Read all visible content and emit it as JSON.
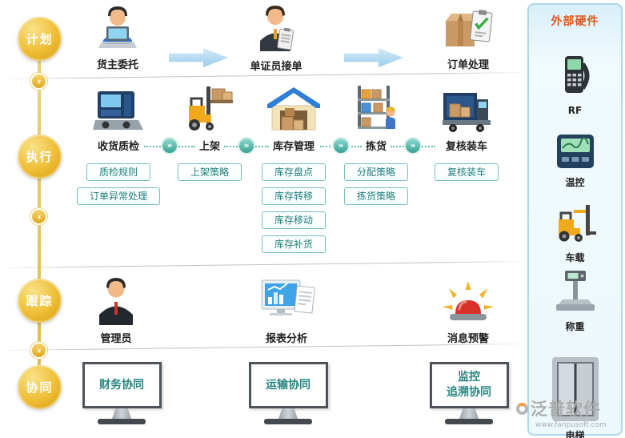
{
  "stages": {
    "plan": "计划",
    "execute": "执行",
    "track": "跟踪",
    "collaborate": "协同"
  },
  "icons": {
    "chevron_double": "»"
  },
  "plan_row": {
    "consignor": "货主委托",
    "clerk": "单证员接单",
    "order": "订单处理"
  },
  "execute_row": {
    "receiving": {
      "label": "收货质检",
      "buttons": [
        "质检规则",
        "订单异常处理"
      ]
    },
    "shelving": {
      "label": "上架",
      "buttons": [
        "上架策略"
      ]
    },
    "inventory": {
      "label": "库存管理",
      "buttons": [
        "库存盘点",
        "库存转移",
        "库存移动",
        "库存补货"
      ]
    },
    "picking": {
      "label": "拣货",
      "buttons": [
        "分配策略",
        "拣货策略"
      ]
    },
    "loading": {
      "label": "复核装车",
      "buttons": [
        "复核装车"
      ]
    }
  },
  "track_row": {
    "admin": "管理员",
    "report": "报表分析",
    "alert": "消息预警"
  },
  "collab_row": {
    "finance": "财务协同",
    "transport": "运输协同",
    "monitoring": "监控\n追溯协同"
  },
  "sidebar": {
    "title": "外部硬件",
    "items": [
      "RF",
      "温控",
      "车载",
      "称重",
      "电梯"
    ]
  },
  "watermark": {
    "brand": "泛普软件",
    "url": "www.fanpusoft.com"
  },
  "colors": {
    "gold": "#eebd33",
    "teal": "#1d7e7c",
    "arrow_blue": "#9bcdec",
    "sidebar_title": "#e4561c"
  }
}
